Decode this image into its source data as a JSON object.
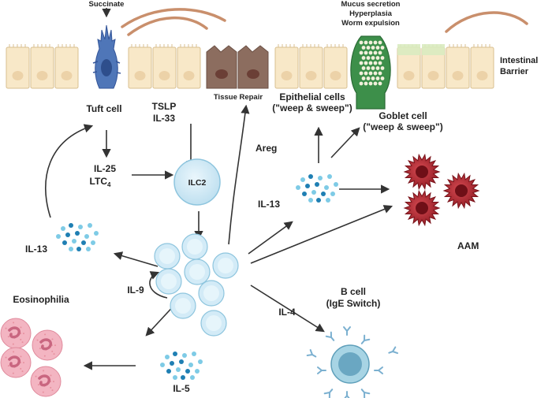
{
  "labels": {
    "succinate": "Succinate",
    "mucus_line1": "Mucus secretion",
    "mucus_line2": "Hyperplasia",
    "mucus_line3": "Worm expulsion",
    "barrier_line1": "Intestinal",
    "barrier_line2": "Barrier",
    "tuft_cell": "Tuft cell",
    "tissue_repair": "Tissue Repair",
    "tslp": "TSLP",
    "il33": "IL-33",
    "areg": "Areg",
    "epithelial_line1": "Epithelial cells",
    "epithelial_line2": "(\"weep & sweep\")",
    "goblet_line1": "Goblet cell",
    "goblet_line2": "(\"weep & sweep\")",
    "il25": "IL-25",
    "ltc4_base": "LTC",
    "ltc4_sub": "4",
    "ilc2": "ILC2",
    "il13_right": "IL-13",
    "aam": "AAM",
    "il13_left": "IL-13",
    "eosinophilia": "Eosinophilia",
    "il9": "IL-9",
    "il4": "IL-4",
    "bcell_line1": "B cell",
    "bcell_line2": "(IgE Switch)",
    "il5": "IL-5"
  },
  "colors": {
    "epithelium_fill": "#f8e8c8",
    "epithelium_stroke": "#d8bf8f",
    "tuft_cell": "#4f76b8",
    "goblet_cell": "#3d8f4a",
    "mucus_bead": "#f2f0dc",
    "tissue_repair_cell": "#8c6d5f",
    "worm": "#c98f6c",
    "ilc2": "#cfe8f5",
    "cytokine_light": "#7ecbe6",
    "cytokine_dark": "#1f7fb3",
    "macrophage": "#b5262e",
    "eosinophil": "#f3b5c2",
    "bcell": "#88c3d8",
    "antibody": "#7bb0d0",
    "arrow": "#333333"
  }
}
